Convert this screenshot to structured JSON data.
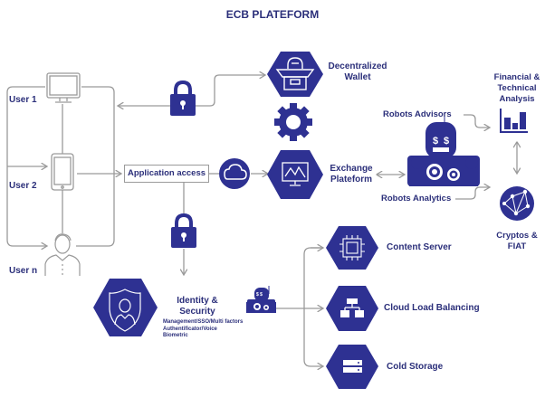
{
  "title": "ECB PLATEFORM",
  "colors": {
    "primary": "#2e3192",
    "connector": "#9a9a9a",
    "text": "#2b2f7a"
  },
  "users": [
    {
      "label": "User 1",
      "icon": "monitor-icon"
    },
    {
      "label": "User 2",
      "icon": "tablet-icon"
    },
    {
      "label": "User n",
      "icon": "person-icon"
    }
  ],
  "app_access": {
    "label": "Application access"
  },
  "services": {
    "wallet": {
      "label_line1": "Decentralized",
      "label_line2": "Wallet"
    },
    "exchange": {
      "label_line1": "Exchange",
      "label_line2": "Plateform"
    },
    "identity": {
      "label_line1": "Identity &",
      "label_line2": "Security",
      "details": [
        "Management/SSO/Multi factors",
        "Authentificator/Voice",
        "Biometric"
      ]
    },
    "content_server": {
      "label": "Content Server"
    },
    "load_balancing": {
      "label": "Cloud Load Balancing"
    },
    "cold_storage": {
      "label": "Cold Storage"
    }
  },
  "robots": {
    "advisors": "Robots Advisors",
    "analytics": "Robots Analytics"
  },
  "analysis": {
    "line1": "Financial &",
    "line2": "Technical",
    "line3": "Analysis"
  },
  "cryptos": {
    "line1": "Cryptos &",
    "line2": "FIAT"
  }
}
